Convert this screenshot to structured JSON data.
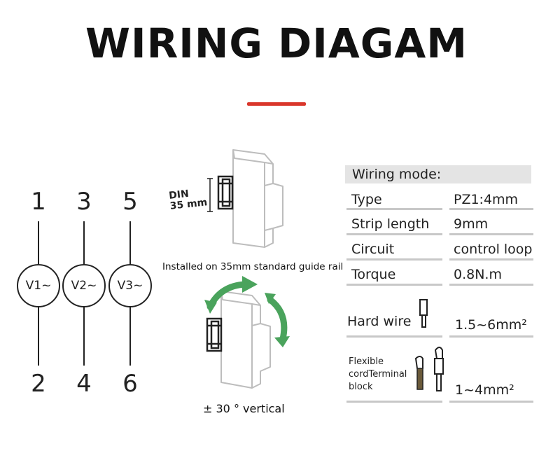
{
  "title": "WIRING DIAGAM",
  "accent_color": "#d9362b",
  "terminals": {
    "top": [
      "1",
      "3",
      "5"
    ],
    "bottom": [
      "2",
      "4",
      "6"
    ],
    "voltages": [
      "V1~",
      "V2~",
      "V3~"
    ]
  },
  "din": {
    "label_line1": "DIN",
    "label_line2": "35 mm",
    "install_caption": "Installed on 35mm standard guide rail",
    "rotation_caption": "± 30 ° vertical",
    "arrow_color": "#4aa35c"
  },
  "table": {
    "header": "Wiring mode:",
    "rows": [
      {
        "label": "Type",
        "value": "PZ1:4mm"
      },
      {
        "label": "Strip length",
        "value": "9mm"
      },
      {
        "label": "Circuit",
        "value": "control loop"
      },
      {
        "label": "Torque",
        "value": "0.8N.m"
      }
    ],
    "hard_wire": {
      "label": "Hard wire",
      "value": "1.5~6mm²"
    },
    "flexible": {
      "label_lines": [
        "Flexible",
        "cordTerminal",
        "block"
      ],
      "value": "1~4mm²"
    }
  }
}
